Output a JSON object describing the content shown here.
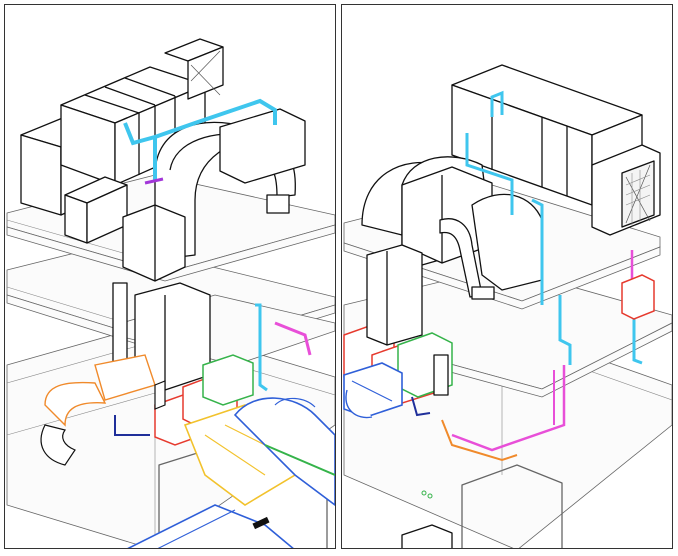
{
  "figure": {
    "panels": [
      {
        "id": "left",
        "view": "isometric-view-front-left"
      },
      {
        "id": "right",
        "view": "isometric-view-back-right"
      }
    ],
    "colors": {
      "outline": "#111111",
      "cyan_pipe": "#3fc6ee",
      "magenta_pipe": "#e84fd8",
      "orange_pipe": "#f08a2b",
      "red_duct": "#e63a2e",
      "yellow_duct": "#f2c22c",
      "green_duct": "#35b34a",
      "blue_duct": "#2f5fd8",
      "navy_pipe": "#1f2f9a",
      "purple_mark": "#a236d8",
      "red_label": "#e33333"
    },
    "icons": [
      "air-handling-unit",
      "exhaust-fan",
      "elbow-duct",
      "louver-grille",
      "steel-platform",
      "piping-riser"
    ]
  }
}
